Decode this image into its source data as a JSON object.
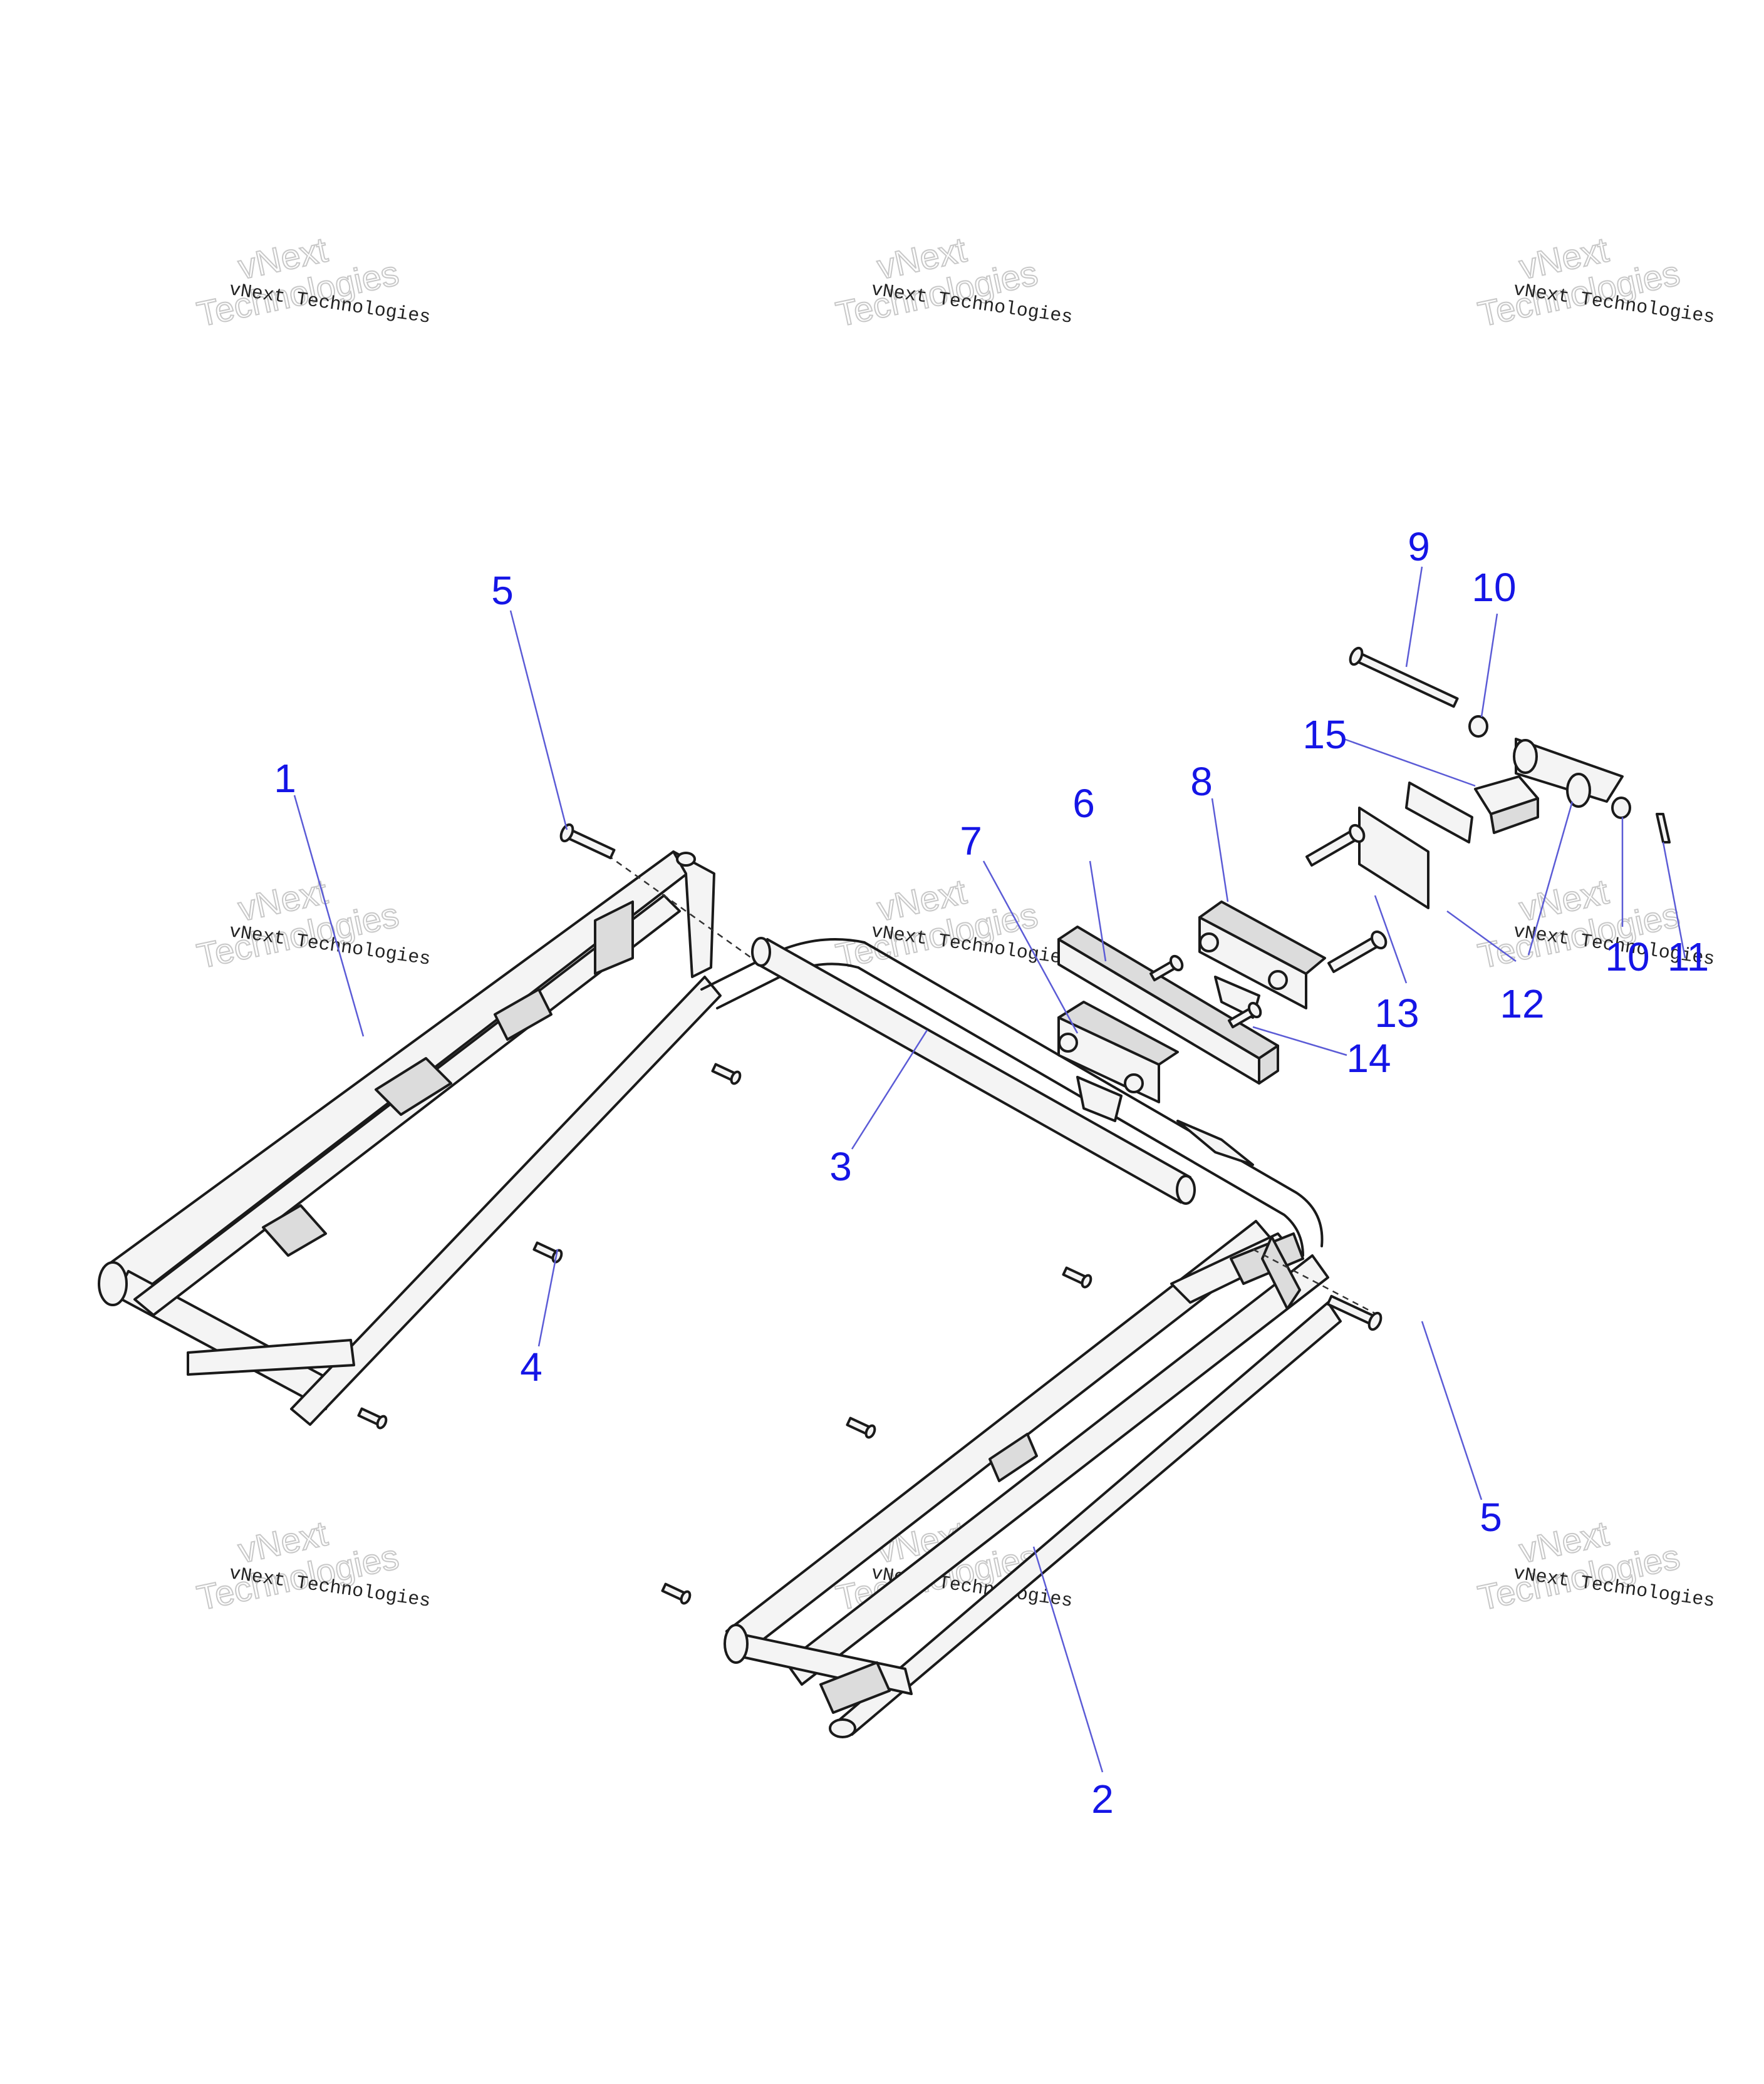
{
  "watermark": {
    "line1": "vNext Technologies",
    "line2": "vNext",
    "line3": "Technologies"
  },
  "callouts": {
    "c1": "1",
    "c2": "2",
    "c3": "3",
    "c4": "4",
    "c5a": "5",
    "c5b": "5",
    "c6": "6",
    "c7": "7",
    "c8": "8",
    "c9": "9",
    "c10a": "10",
    "c10b": "10",
    "c11": "11",
    "c12": "12",
    "c13": "13",
    "c14": "14",
    "c15": "15"
  },
  "colors": {
    "callout": "#1515e6",
    "leader": "#5b5bd6",
    "line_art": "#1a1a1a"
  }
}
